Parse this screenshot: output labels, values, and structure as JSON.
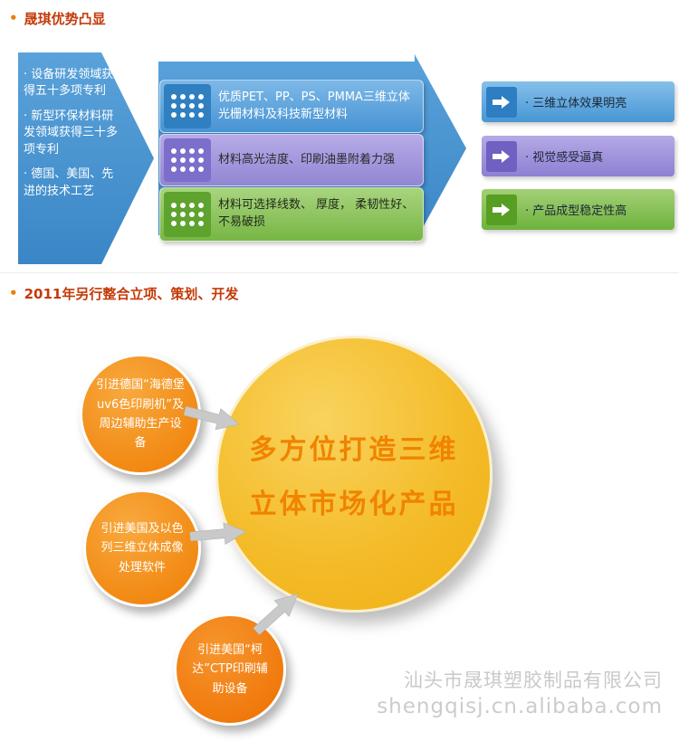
{
  "section1": {
    "bullet": "•",
    "title": "晟琪优势凸显",
    "left_arrow": {
      "items": [
        "· 设备研发领域获得五十多项专利",
        "· 新型环保材料研发领域获得三十多项专利",
        "· 德国、美国、先进的技术工艺"
      ]
    },
    "middle_boxes": [
      {
        "text": "优质PET、PP、PS、PMMA三维立体光栅材料及科技新型材料"
      },
      {
        "text": "材料高光洁度、印刷油墨附着力强"
      },
      {
        "text": "材料可选择线数、 厚度， 柔韧性好、不易破损"
      }
    ],
    "right_items": [
      {
        "text": "· 三维立体效果明亮"
      },
      {
        "text": "· 视觉感受逼真"
      },
      {
        "text": "· 产品成型稳定性高"
      }
    ]
  },
  "section2": {
    "bullet": "•",
    "title": "2011年另行整合立项、策划、开发",
    "center_circle": {
      "line1": "多方位打造三维",
      "line2": "立体市场化产品"
    },
    "feature_circles": [
      {
        "text": "引进德国“海德堡uv6色印刷机”及周边辅助生产设备"
      },
      {
        "text": "引进美国及以色列三维立体成像处理软件"
      },
      {
        "text": "引进美国“柯达”CTP印刷辅助设备"
      }
    ]
  },
  "watermark": {
    "company": "汕头市晟琪塑胶制品有限公司",
    "url": "shengqisj.cn.alibaba.com"
  },
  "colors": {
    "blue": "#4793d3",
    "purple": "#9186d2",
    "green": "#77b645",
    "orange": "#ef8200",
    "gold": "#f4bc2a",
    "title_red": "#c43a08"
  }
}
